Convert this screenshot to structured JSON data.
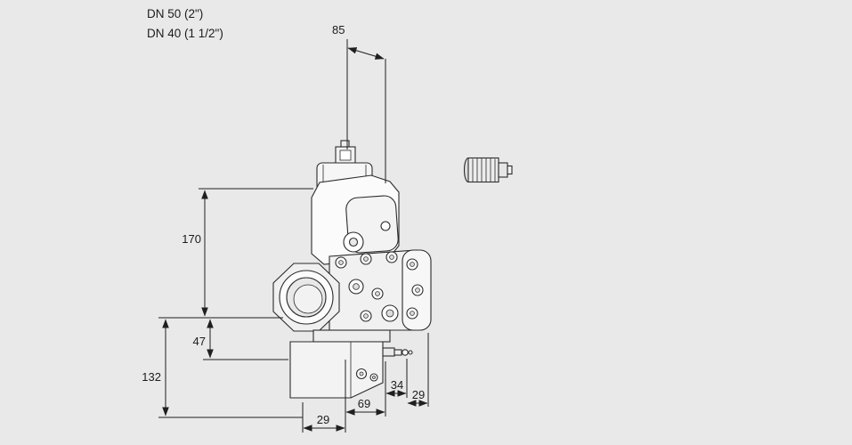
{
  "canvas": {
    "background": "#e9e9e9",
    "line_color": "#1f1f1f"
  },
  "connection_labels": {
    "line1": "DN 50 (2\")",
    "line2": "DN 40 (1 1/2\")"
  },
  "dimensions": {
    "top_offset": "85",
    "body_height": "170",
    "center_to_block": "47",
    "center_to_bottom": "132",
    "right_offset_a": "34",
    "right_offset_b": "29",
    "bottom_width": "69",
    "bottom_left_width": "29"
  }
}
